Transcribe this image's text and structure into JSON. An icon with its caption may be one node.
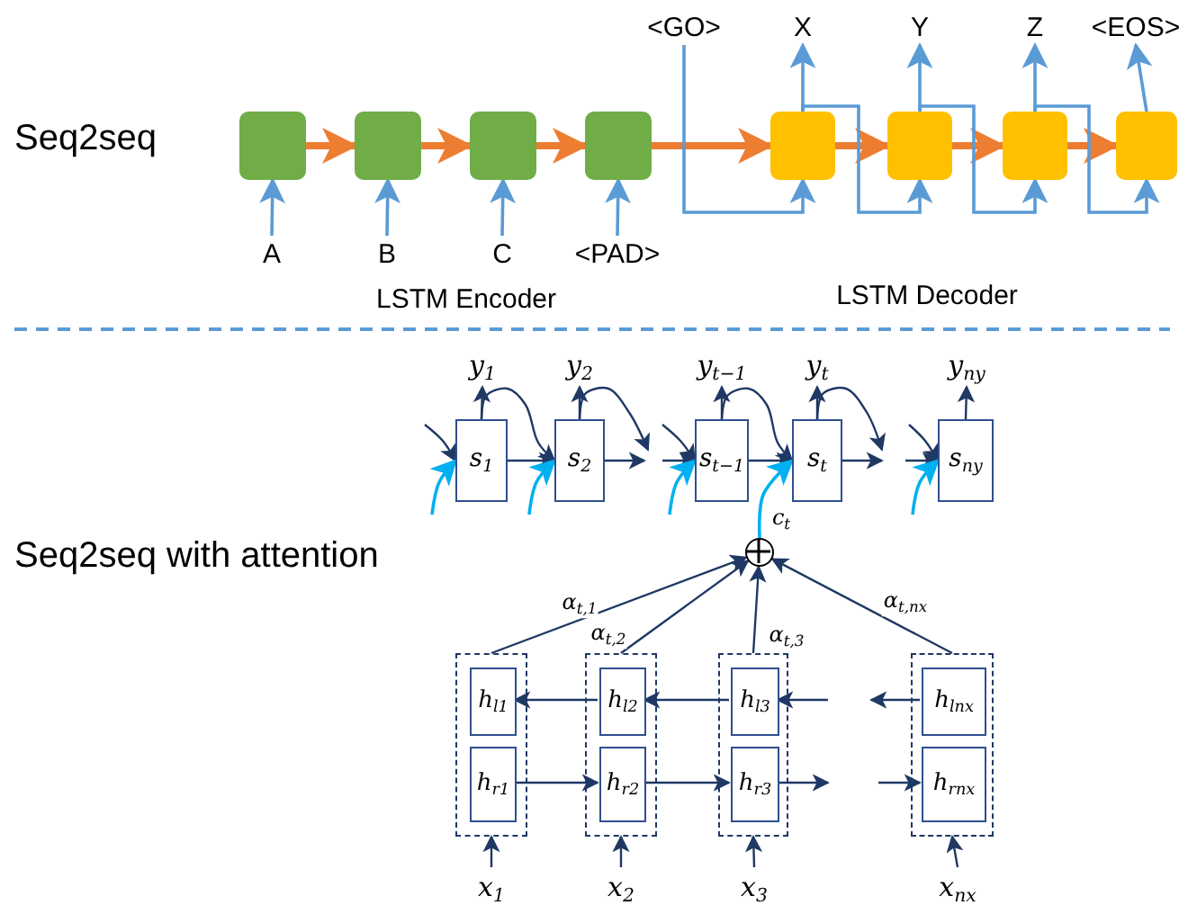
{
  "diagram": {
    "nodes": [
      {
        "text": [],
        "shape": "box"
      },
      {
        "text": [],
        "shape": "box"
      },
      {
        "text": [],
        "shape": "box"
      },
      {
        "text": [],
        "shape": "box"
      },
      {
        "text": [],
        "shape": "box"
      },
      {
        "text": [],
        "shape": "box"
      },
      {
        "text": [],
        "shape": "box"
      },
      {
        "text": [],
        "shape": "box"
      },
      {
        "text": [
          "A"
        ]
      },
      {
        "text": [
          "B"
        ]
      },
      {
        "text": [
          "C"
        ]
      },
      {
        "text": [
          "<PAD>"
        ]
      },
      {
        "text": [
          "<GO>"
        ]
      },
      {
        "text": [
          "X"
        ]
      },
      {
        "text": [
          "Y"
        ]
      },
      {
        "text": [
          "Z"
        ]
      },
      {
        "text": [
          "<EOS>"
        ]
      },
      {
        "text": [
          "s$_{1}$"
        ]
      },
      {
        "text": [
          "s$_{2}$"
        ]
      },
      {
        "text": [
          "s$_{t−1}$"
        ]
      },
      {
        "text": [
          "s$_{t}$"
        ]
      },
      {
        "text": [
          "s$_{ny}$"
        ]
      },
      {
        "text": [
          "y$_{1}$"
        ]
      },
      {
        "text": [
          "y$_{2}$"
        ]
      },
      {
        "text": [
          "y$_{t−1}$"
        ]
      },
      {
        "text": [
          "y$_{t}$"
        ]
      },
      {
        "text": [
          "y$_{ny}$"
        ]
      },
      {
        "text": [],
        "shape": "circle"
      },
      {
        "text": [],
        "shape": "box"
      },
      {
        "text": [
          "h$_{l1}$"
        ],
        "in": 28
      },
      {
        "text": [
          "h$_{r1}$"
        ],
        "in": 28
      },
      {
        "text": [],
        "shape": "box"
      },
      {
        "text": [
          "h$_{l2}$"
        ],
        "in": 31
      },
      {
        "text": [
          "h$_{r2}$"
        ],
        "in": 31
      },
      {
        "text": [],
        "shape": "box"
      },
      {
        "text": [
          "h$_{l3}$"
        ],
        "in": 34
      },
      {
        "text": [
          "h$_{r3}$"
        ],
        "in": 34
      },
      {
        "text": [],
        "shape": "box"
      },
      {
        "text": [
          "h$_{lnx}$"
        ],
        "in": 37
      },
      {
        "text": [
          "h$_{rnx}$"
        ],
        "in": 37
      },
      {
        "text": [
          "x$_{1}$"
        ]
      },
      {
        "text": [
          "x$_{2}$"
        ]
      },
      {
        "text": [
          "x$_{3}$"
        ]
      },
      {
        "text": [
          "x$_{nx}$"
        ]
      }
    ],
    "edges": [
      {
        "from": 0,
        "to": 1,
        "arrow": "to",
        "style": "thick",
        "color": "#ed7d31"
      },
      {
        "from": 1,
        "to": 2,
        "arrow": "to",
        "style": "thick",
        "color": "#ed7d31"
      },
      {
        "from": 2,
        "to": 3,
        "arrow": "to",
        "style": "thick",
        "color": "#ed7d31"
      },
      {
        "from": 3,
        "to": 4,
        "arrow": "to",
        "style": "thick",
        "color": "#ed7d31"
      },
      {
        "from": 4,
        "to": 5,
        "arrow": "to",
        "style": "thick",
        "color": "#ed7d31"
      },
      {
        "from": 5,
        "to": 6,
        "arrow": "to",
        "style": "thick",
        "color": "#ed7d31"
      },
      {
        "from": 6,
        "to": 7,
        "arrow": "to",
        "style": "thick",
        "color": "#ed7d31"
      },
      {
        "from": 8,
        "to": 0,
        "arrow": "to",
        "color": "#5b9bd5"
      },
      {
        "from": 9,
        "to": 1,
        "arrow": "to",
        "color": "#5b9bd5"
      },
      {
        "from": 10,
        "to": 2,
        "arrow": "to",
        "color": "#5b9bd5"
      },
      {
        "from": 11,
        "to": 3,
        "arrow": "to",
        "color": "#5b9bd5"
      },
      {
        "from": 12,
        "to": 4,
        "arrow": "to",
        "color": "#5b9bd5"
      },
      {
        "from": 4,
        "to": 13,
        "arrow": "to",
        "color": "#5b9bd5"
      },
      {
        "from": 5,
        "to": 14,
        "arrow": "to",
        "color": "#5b9bd5"
      },
      {
        "from": 6,
        "to": 15,
        "arrow": "to",
        "color": "#5b9bd5"
      },
      {
        "from": 7,
        "to": 16,
        "arrow": "to",
        "color": "#5b9bd5"
      },
      {
        "from": 4,
        "to": 5,
        "arrow": "to",
        "color": "#5b9bd5"
      },
      {
        "from": 5,
        "to": 6,
        "arrow": "to",
        "color": "#5b9bd5"
      },
      {
        "from": 6,
        "to": 7,
        "arrow": "to",
        "color": "#5b9bd5"
      },
      {
        "from": 17,
        "to": 22,
        "arrow": "to"
      },
      {
        "from": 18,
        "to": 23,
        "arrow": "to"
      },
      {
        "from": 19,
        "to": 24,
        "arrow": "to"
      },
      {
        "from": 20,
        "to": 25,
        "arrow": "to"
      },
      {
        "from": 21,
        "to": 26,
        "arrow": "to"
      },
      {
        "from": 17,
        "to": 18,
        "arrow": "to"
      },
      {
        "from": 18,
        "to": null,
        "arrow": "to"
      },
      {
        "from": null,
        "to": 19,
        "arrow": "to"
      },
      {
        "from": 19,
        "to": 20,
        "arrow": "to"
      },
      {
        "from": 20,
        "to": null,
        "arrow": "to"
      },
      {
        "from": null,
        "to": 21,
        "arrow": "to"
      },
      {
        "from": null,
        "to": 17,
        "arrow": "to"
      },
      {
        "from": 17,
        "to": 18,
        "arrow": "to"
      },
      {
        "from": 18,
        "to": null,
        "arrow": "to"
      },
      {
        "from": null,
        "to": 19,
        "arrow": "to"
      },
      {
        "from": 19,
        "to": 20,
        "arrow": "to"
      },
      {
        "from": 20,
        "to": null,
        "arrow": "to"
      },
      {
        "from": null,
        "to": 21,
        "arrow": "to"
      },
      {
        "from": null,
        "to": 17,
        "arrow": "to",
        "color": "#00b0f0"
      },
      {
        "from": null,
        "to": 18,
        "arrow": "to",
        "color": "#00b0f0"
      },
      {
        "from": null,
        "to": 19,
        "arrow": "to",
        "color": "#00b0f0"
      },
      {
        "from": 27,
        "to": 20,
        "arrow": "to",
        "label": "c$_{t}$",
        "color": "#00b0f0"
      },
      {
        "from": null,
        "to": 21,
        "arrow": "to",
        "color": "#00b0f0"
      },
      {
        "from": 40,
        "to": 28,
        "arrow": "to"
      },
      {
        "from": 41,
        "to": 31,
        "arrow": "to"
      },
      {
        "from": 42,
        "to": 34,
        "arrow": "to"
      },
      {
        "from": 43,
        "to": 37,
        "arrow": "to"
      },
      {
        "from": 28,
        "to": 27,
        "arrow": "to",
        "label": "α$_{t,1}$"
      },
      {
        "from": 31,
        "to": 27,
        "arrow": "to",
        "label": "α$_{t,2}$"
      },
      {
        "from": 34,
        "to": 27,
        "arrow": "to",
        "label": "α$_{t,3}$"
      },
      {
        "from": 37,
        "to": 27,
        "arrow": "to",
        "label": "α$_{t,nx}$"
      },
      {
        "from": 32,
        "to": 29,
        "arrow": "to"
      },
      {
        "from": 35,
        "to": 32,
        "arrow": "to"
      },
      {
        "from": null,
        "to": 35,
        "arrow": "to"
      },
      {
        "from": 38,
        "to": null,
        "arrow": "to"
      },
      {
        "from": 30,
        "to": 33,
        "arrow": "to"
      },
      {
        "from": 33,
        "to": 36,
        "arrow": "to"
      },
      {
        "from": 36,
        "to": null,
        "arrow": "to"
      },
      {
        "from": null,
        "to": 39,
        "arrow": "to"
      }
    ],
    "labels": [
      "Seq2seq",
      "LSTM Encoder",
      "LSTM Decoder",
      "Seq2seq with attention"
    ]
  }
}
